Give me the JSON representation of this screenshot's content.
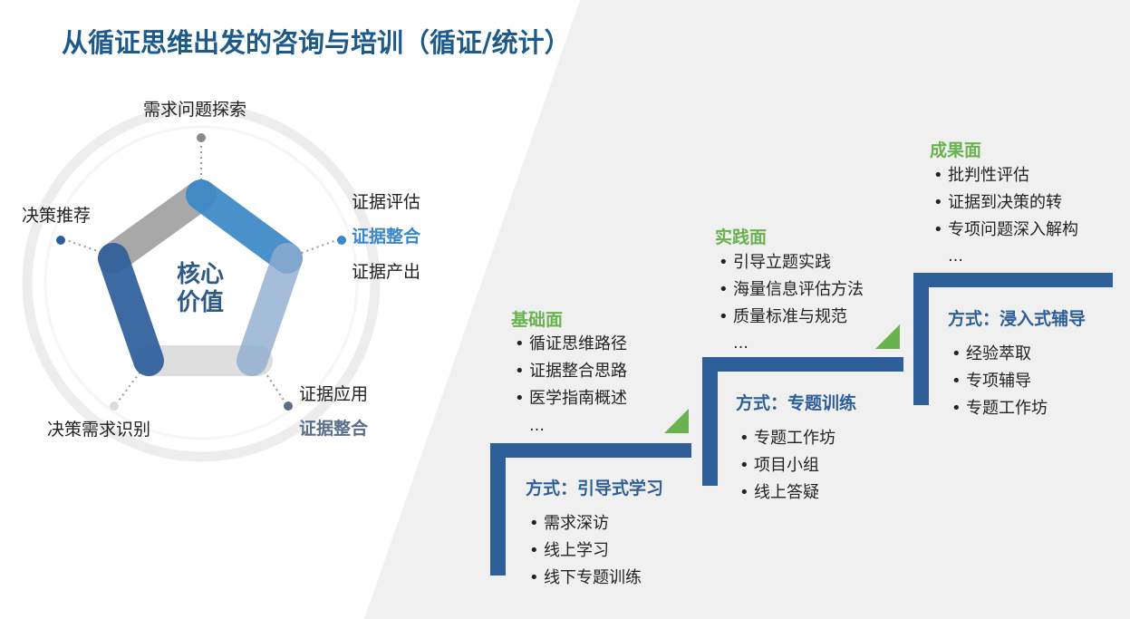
{
  "title": "从循证思维出发的咨询与培训（循证/统计）",
  "core": {
    "line1": "核心",
    "line2": "价值"
  },
  "pentagon_labels": {
    "top": "需求问题探索",
    "left": "决策推荐",
    "right_1": "证据评估",
    "right_2": "证据整合",
    "right_3": "证据产出",
    "bottom_right_1": "证据应用",
    "bottom_right_2": "证据整合",
    "bottom_left": "决策需求识别"
  },
  "colors": {
    "title": "#1d5a8c",
    "green": "#6ab24f",
    "step_blue": "#2e5f99",
    "accent_blue": "#3b88c8"
  },
  "steps": [
    {
      "facet": "基础面",
      "facet_items": [
        "循证思维路径",
        "证据整合思路",
        "医学指南概述"
      ],
      "ellipsis": "…",
      "method": "方式：引导式学习",
      "method_items": [
        "需求深访",
        "线上学习",
        "线下专题训练"
      ]
    },
    {
      "facet": "实践面",
      "facet_items": [
        "引导立题实践",
        "海量信息评估方法",
        "质量标准与规范"
      ],
      "ellipsis": "…",
      "method": "方式：专题训练",
      "method_items": [
        "专题工作坊",
        "项目小组",
        "线上答疑"
      ]
    },
    {
      "facet": "成果面",
      "facet_items": [
        "批判性评估",
        "证据到决策的转",
        "专项问题深入解构"
      ],
      "ellipsis": "…",
      "method": "方式：浸入式辅导",
      "method_items": [
        "经验萃取",
        "专项辅导",
        "专题工作坊"
      ]
    }
  ]
}
